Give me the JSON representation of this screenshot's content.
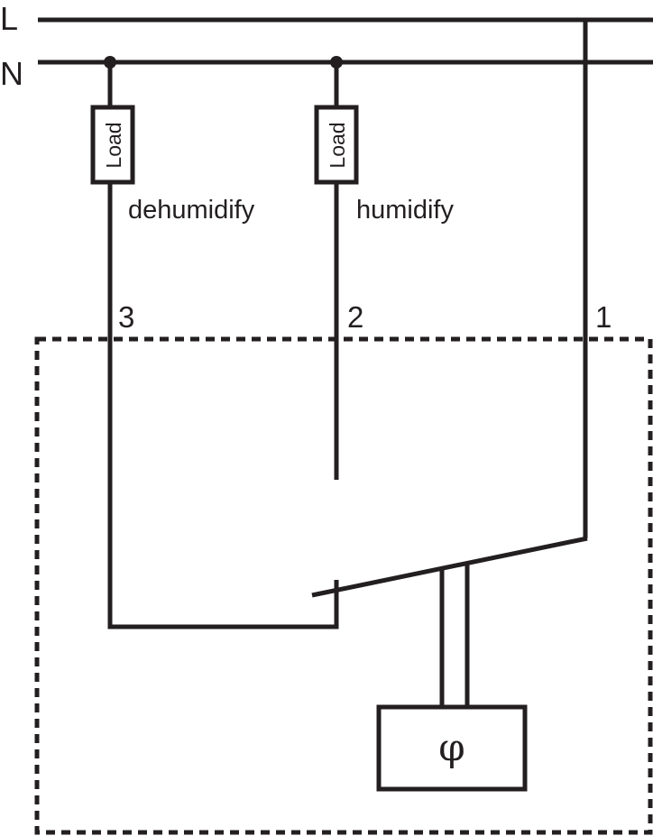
{
  "lines": {
    "live": "L",
    "neutral": "N"
  },
  "loads": [
    {
      "label": "Load",
      "function": "dehumidify",
      "terminal": "3"
    },
    {
      "label": "Load",
      "function": "humidify",
      "terminal": "2"
    }
  ],
  "common_terminal": "1",
  "sensor": {
    "symbol": "φ"
  },
  "colors": {
    "stroke": "#231f20",
    "background": "#ffffff"
  }
}
